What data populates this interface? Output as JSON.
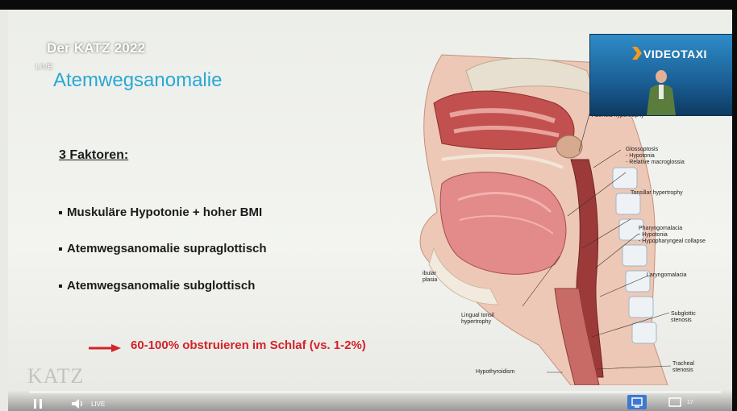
{
  "overlay": {
    "event_title": "Der KATZ 2022",
    "live_label": "LIVE",
    "brand_logo": "VIDEOTAXI",
    "brand_color": "#f39a1e"
  },
  "slide": {
    "title": "Atemwegsanomalie",
    "title_color": "#2aa7d6",
    "heading": "3 Faktoren:",
    "bullets": [
      "Muskuläre Hypotonie + hoher BMI",
      "Atemwegsanomalie supraglottisch",
      "Atemwegsanomalie subglottisch"
    ],
    "highlight": "60-100% obstruieren im Schlaf (vs. 1-2%)",
    "highlight_color": "#d3222a",
    "watermark": "KATZ",
    "figure_labels": {
      "adenoid": "Adenoid hypertrophy",
      "glossoptosis": "Glossoptosis\n- Hypotonia\n- Relative macroglossia",
      "tonsillar": "Tonsillar hypertrophy",
      "pharyngomalacia": "Pharyngomalacia\n- Hypotonia\n- Hypopharyngeal collapse",
      "mandibular": "ibular\nplasia",
      "laryngomalacia": "Laryngomalacia",
      "lingual": "Lingual tonsil\nhypertrophy",
      "subglottic": "Subglottic\nstenosis",
      "hypothyroidism": "Hypothyroidism",
      "tracheal": "Tracheal\nstenosis"
    }
  },
  "player": {
    "live_label": "LIVE",
    "counter": "17"
  }
}
